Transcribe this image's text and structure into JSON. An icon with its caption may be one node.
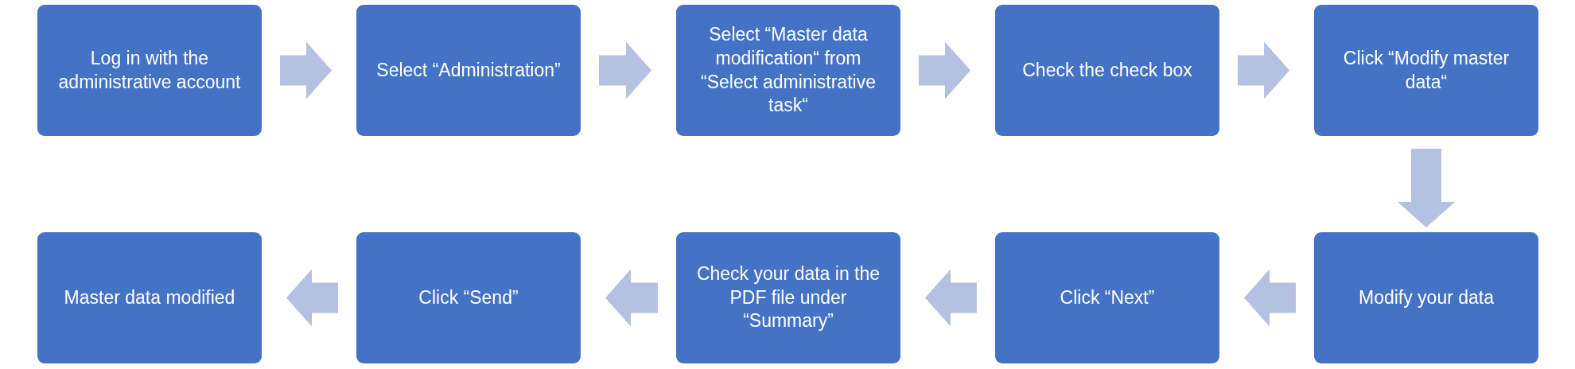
{
  "diagram": {
    "nodes": [
      {
        "text": [
          "Log in with the administrative account"
        ]
      },
      {
        "text": [
          "Select “Administration”"
        ]
      },
      {
        "text": [
          "Select “Master data modification“ from “Select administrative task“"
        ]
      },
      {
        "text": [
          "Check the check box"
        ]
      },
      {
        "text": [
          "Click “Modify master data“"
        ]
      },
      {
        "text": [
          "Modify your data"
        ]
      },
      {
        "text": [
          "Click “Next”"
        ]
      },
      {
        "text": [
          "Check your data in the PDF file under “Summary”"
        ]
      },
      {
        "text": [
          "Click “Send”"
        ]
      },
      {
        "text": [
          "Master data modified"
        ]
      }
    ],
    "edges": [
      {
        "from": 0,
        "to": 1,
        "arrow": "to"
      },
      {
        "from": 1,
        "to": 2,
        "arrow": "to"
      },
      {
        "from": 2,
        "to": 3,
        "arrow": "to"
      },
      {
        "from": 3,
        "to": 4,
        "arrow": "to"
      },
      {
        "from": 4,
        "to": 5,
        "arrow": "to"
      },
      {
        "from": 5,
        "to": 6,
        "arrow": "to"
      },
      {
        "from": 6,
        "to": 7,
        "arrow": "to"
      },
      {
        "from": 7,
        "to": 8,
        "arrow": "to"
      },
      {
        "from": 8,
        "to": 9,
        "arrow": "to"
      }
    ]
  }
}
